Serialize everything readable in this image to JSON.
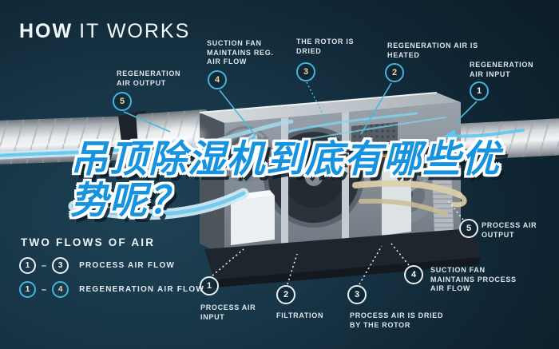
{
  "title": {
    "bold": "HOW",
    "light": "IT WORKS"
  },
  "headline": {
    "line1": "吊顶除湿机到底有哪些优",
    "line2": "势呢？"
  },
  "callouts": {
    "regeneration": [
      {
        "num": "1",
        "label": "REGENERATION AIR INPUT"
      },
      {
        "num": "2",
        "label": "REGENERATION AIR IS HEATED"
      },
      {
        "num": "3",
        "label": "THE ROTOR IS DRIED"
      },
      {
        "num": "4",
        "label": "SUCTION FAN MAINTAINS REG. AIR FLOW"
      },
      {
        "num": "5",
        "label": "REGENERATION AIR OUTPUT"
      }
    ],
    "process": [
      {
        "num": "1",
        "label": "PROCESS AIR INPUT"
      },
      {
        "num": "2",
        "label": "FILTRATION"
      },
      {
        "num": "3",
        "label": "PROCESS AIR IS DRIED BY THE ROTOR"
      },
      {
        "num": "4",
        "label": "SUCTION FAN MAINTAINS PROCESS AIR FLOW"
      },
      {
        "num": "5",
        "label": "PROCESS AIR OUTPUT"
      }
    ]
  },
  "legend": {
    "title": "TWO FLOWS OF AIR",
    "rows": [
      {
        "from": "1",
        "to": "3",
        "label": "PROCESS AIR FLOW"
      },
      {
        "from": "1",
        "to": "4",
        "label": "REGENERATION AIR FLOW"
      }
    ]
  },
  "colors": {
    "background_navy": "#122b3a",
    "accent_cyan": "#45b4da",
    "badge_gold": "#ecd9a4",
    "headline_blue": "#1593de",
    "process_white": "#e9eef1",
    "heater_orange": "#ef7f22",
    "beige_air": "#d8cba2"
  }
}
